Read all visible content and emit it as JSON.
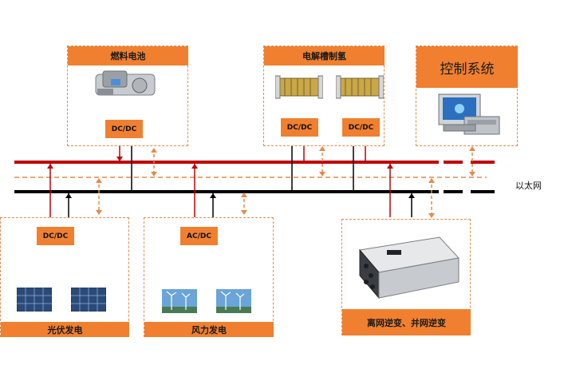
{
  "boxes": {
    "fuel_cell": {
      "label": "燃料电池",
      "converter": "DC/DC"
    },
    "electrolysis": {
      "label": "电解槽制氢",
      "converters": [
        "DC/DC",
        "DC/DC"
      ]
    },
    "control": {
      "label": "控制系统"
    },
    "solar": {
      "label": "光伏发电",
      "converter": "DC/DC"
    },
    "wind": {
      "label": "风力发电",
      "converter": "AC/DC"
    },
    "inverter": {
      "label": "离网逆变、并网逆变"
    }
  },
  "ethernet_label": "以太网",
  "colors": {
    "accent": "#f0802f",
    "dc_bus": "#c00000",
    "ac_bus": "#000000",
    "ethernet": "#e8894a"
  }
}
